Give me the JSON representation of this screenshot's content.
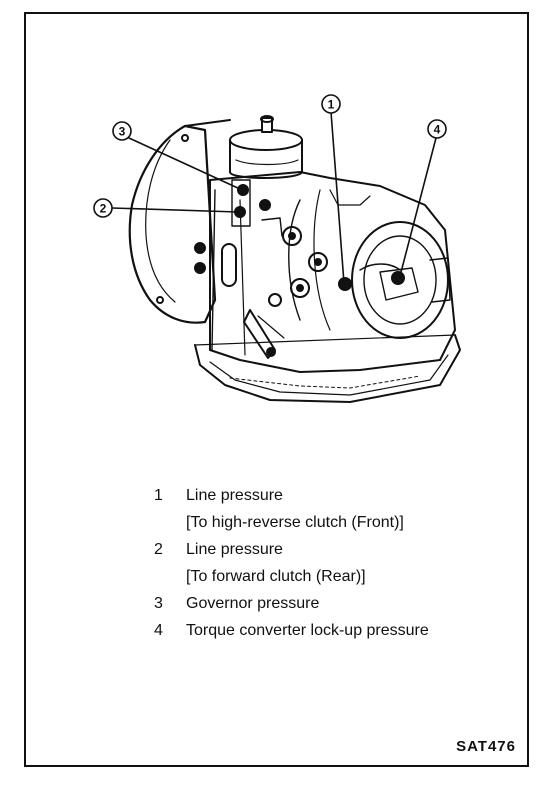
{
  "figure": {
    "callouts": [
      {
        "id": "1",
        "label": "1"
      },
      {
        "id": "2",
        "label": "2"
      },
      {
        "id": "3",
        "label": "3"
      },
      {
        "id": "4",
        "label": "4"
      }
    ],
    "legend": [
      {
        "num": "1",
        "text": "Line pressure",
        "sub": "[To high-reverse clutch (Front)]"
      },
      {
        "num": "2",
        "text": "Line pressure",
        "sub": "[To forward clutch (Rear)]"
      },
      {
        "num": "3",
        "text": "Governor pressure",
        "sub": ""
      },
      {
        "num": "4",
        "text": "Torque converter lock-up pressure",
        "sub": ""
      }
    ],
    "code": "SAT476"
  }
}
